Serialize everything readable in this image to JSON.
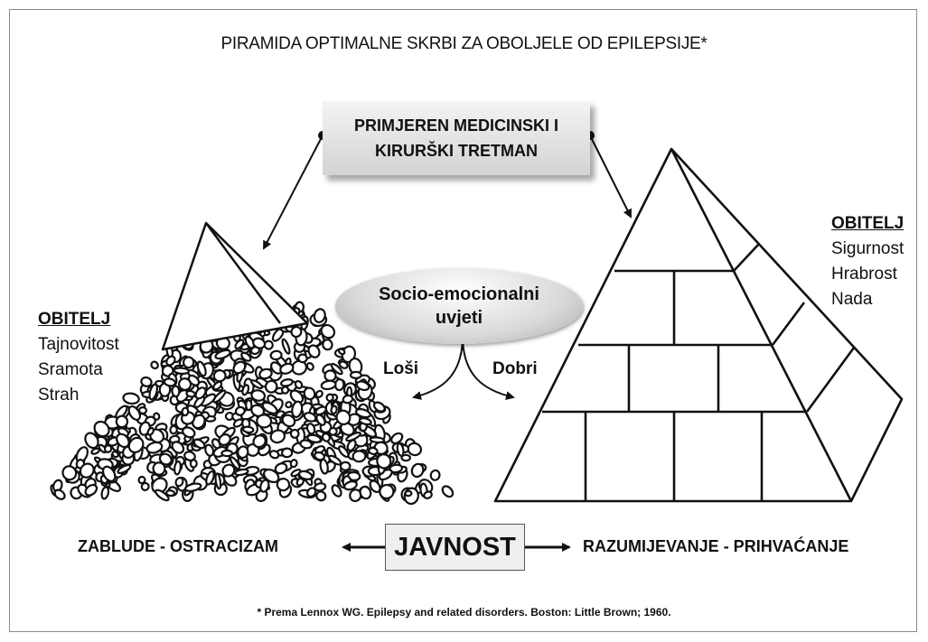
{
  "title": "PIRAMIDA OPTIMALNE SKRBI ZA OBOLJELE OD EPILEPSIJE*",
  "medical_box": {
    "line1": "PRIMJEREN MEDICINSKI I",
    "line2": "KIRURŠKI TRETMAN"
  },
  "socio": {
    "line1": "Socio-emocionalni",
    "line2": "uvjeti"
  },
  "branches": {
    "left": "Loši",
    "right": "Dobri"
  },
  "left_family": {
    "heading": "OBITELJ",
    "items": [
      "Tajnovitost",
      "Sramota",
      "Strah"
    ]
  },
  "right_family": {
    "heading": "OBITELJ",
    "items": [
      "Sigurnost",
      "Hrabrost",
      "Nada"
    ]
  },
  "public": {
    "center": "JAVNOST",
    "left": "ZABLUDE - OSTRACIZAM",
    "right": "RAZUMIJEVANJE - PRIHVAĆANJE"
  },
  "footnote": "* Prema Lennox WG. Epilepsy and related disorders. Boston: Little Brown; 1960."
}
